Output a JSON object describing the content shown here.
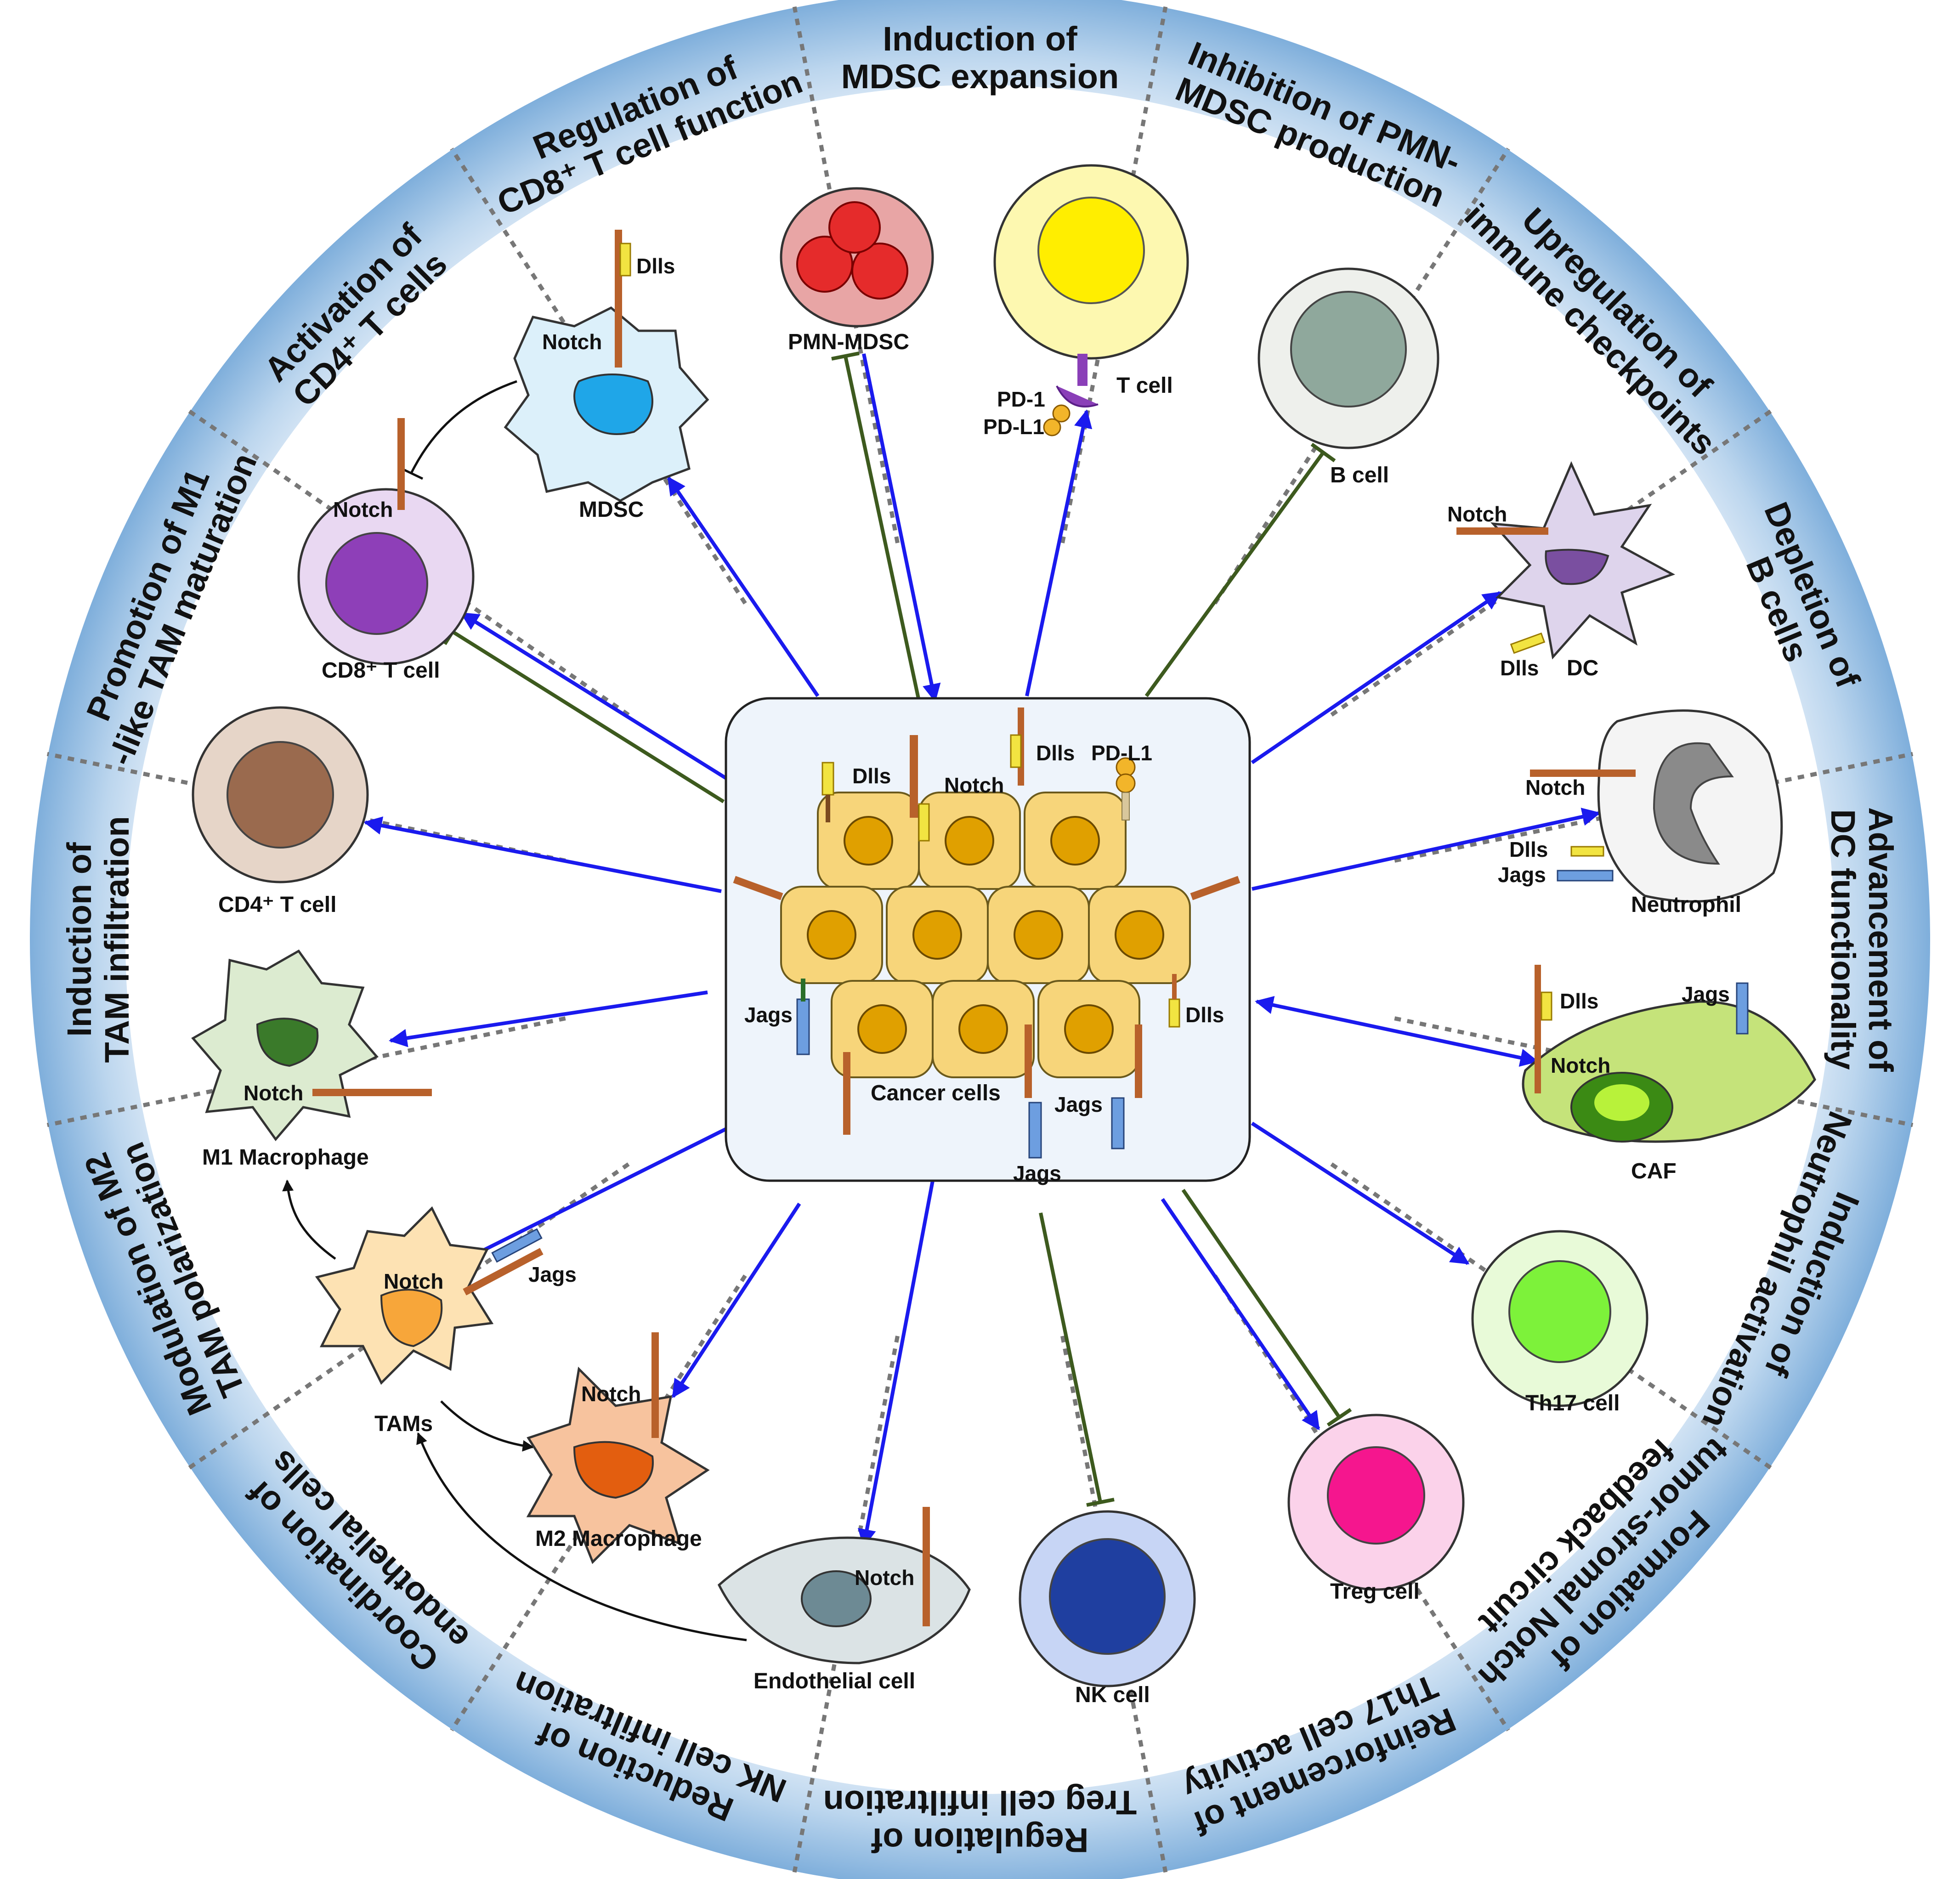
{
  "segments": [
    {
      "id": "cd8",
      "title": [
        "Regulation of",
        "CD8⁺ T cell function"
      ]
    },
    {
      "id": "mdsc",
      "title": [
        "Induction of",
        "MDSC expansion"
      ]
    },
    {
      "id": "pmn",
      "title": [
        "Inhibition of PMN-",
        "MDSC production"
      ]
    },
    {
      "id": "checkpoint",
      "title": [
        "Upregulation of",
        "immune checkpoints"
      ]
    },
    {
      "id": "bcell",
      "title": [
        "Depletion of",
        "B cells"
      ]
    },
    {
      "id": "dc",
      "title": [
        "Advancement of",
        "DC functionality"
      ]
    },
    {
      "id": "neutrophil",
      "title": [
        "Induction of",
        "Neutrophil activation"
      ]
    },
    {
      "id": "caf",
      "title": [
        "Formation of",
        "tumor-stromal Notch",
        "feedback circuit"
      ]
    },
    {
      "id": "th17",
      "title": [
        "Reinforcement of",
        "Th17 cell activity"
      ]
    },
    {
      "id": "treg",
      "title": [
        "Regulation of",
        "Treg cell infiltration"
      ]
    },
    {
      "id": "nk",
      "title": [
        "Reduction of",
        "NK cell infiltration"
      ]
    },
    {
      "id": "endo",
      "title": [
        "Coordination of",
        "endothelial cells"
      ]
    },
    {
      "id": "m2",
      "title": [
        "Modulation of M2",
        "TAM polarization"
      ]
    },
    {
      "id": "tam",
      "title": [
        "Induction of",
        "TAM infiltration"
      ]
    },
    {
      "id": "m1",
      "title": [
        "Promotion of M1",
        "-like TAM maturation"
      ]
    },
    {
      "id": "cd4",
      "title": [
        "Activation of",
        "CD4⁺ T cells"
      ]
    }
  ],
  "cells": {
    "cancer": "Cancer cells",
    "pmn_mdsc": "PMN-MDSC",
    "tcell": "T cell",
    "bcell": "B cell",
    "dc": "DC",
    "neutrophil": "Neutrophil",
    "caf": "CAF",
    "th17": "Th17 cell",
    "treg": "Treg cell",
    "nk": "NK cell",
    "endothelial": "Endothelial cell",
    "m2": "M2 Macrophage",
    "tams": "TAMs",
    "m1": "M1 Macrophage",
    "cd4": "CD4⁺ T cell",
    "cd8": "CD8⁺ T cell",
    "mdsc": "MDSC"
  },
  "receptors": {
    "notch": "Notch",
    "dlls": "Dlls",
    "jags": "Jags",
    "pd1": "PD-1",
    "pdl1": "PD-L1"
  },
  "colors": {
    "ring": "#8fb9e0",
    "activation_arrow": "#1a1aee",
    "inhibition_line": "#3d5a1e",
    "cancer_cell": "#f7d57a",
    "center_box": "#eef4fb"
  }
}
